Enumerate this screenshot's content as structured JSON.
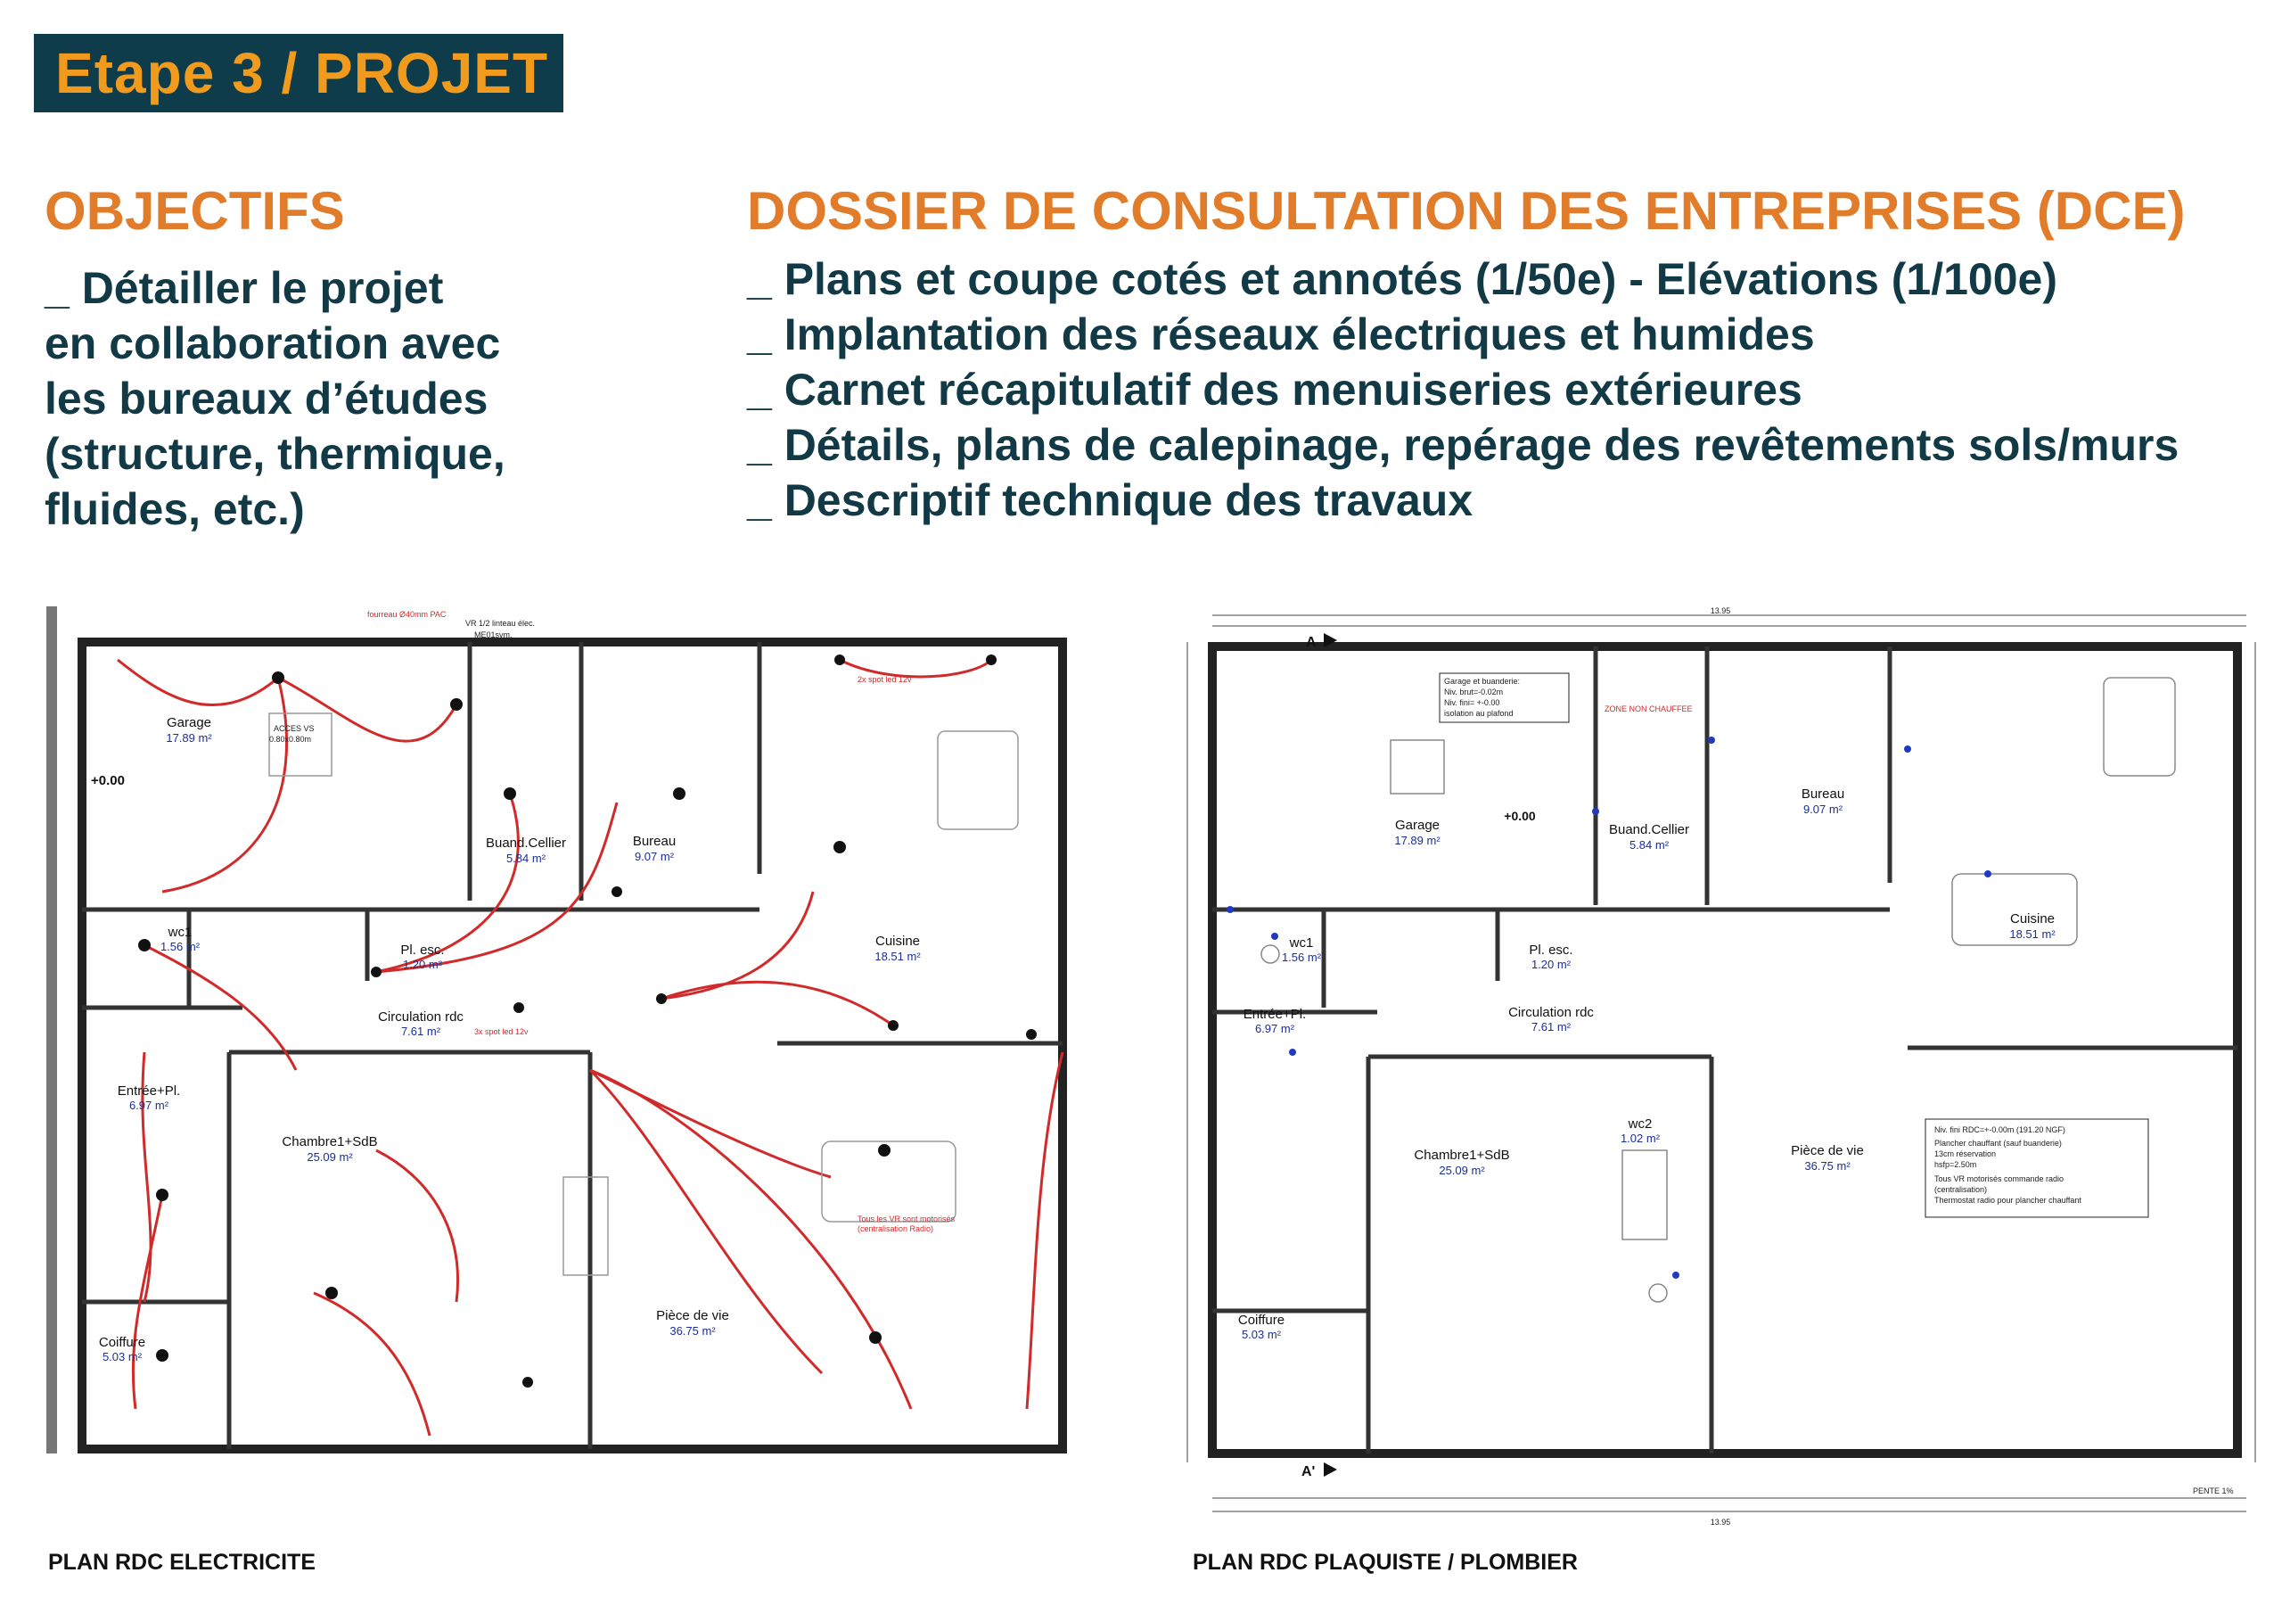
{
  "banner": {
    "title": "Etape 3 / PROJET"
  },
  "objectifs": {
    "heading": "OBJECTIFS",
    "lines": [
      "_ Détailler le projet",
      "en collaboration avec",
      "les bureaux d’études",
      "(structure, thermique,",
      "fluides, etc.)"
    ]
  },
  "dce": {
    "heading": "DOSSIER DE CONSULTATION DES ENTREPRISES (DCE)",
    "lines": [
      "_ Plans et coupe cotés et annotés (1/50e) - Elévations (1/100e)",
      "_ Implantation des réseaux électriques et humides",
      "_ Carnet récapitulatif des menuiseries extérieures",
      "_ Détails, plans de calepinage, repérage des revêtements sols/murs",
      "_ Descriptif technique des travaux"
    ]
  },
  "colors": {
    "banner_bg": "#0e3c4a",
    "banner_text": "#f09a1e",
    "heading": "#e07c2a",
    "body_text": "#123a46",
    "electric": "#d12a2a"
  },
  "plan_left": {
    "caption": "PLAN RDC ELECTRICITE",
    "rooms": [
      {
        "name": "Garage",
        "area": "17.89 m²"
      },
      {
        "name": "Buand.Cellier",
        "area": "5.84 m²"
      },
      {
        "name": "Bureau",
        "area": "9.07 m²"
      },
      {
        "name": "Cuisine",
        "area": "18.51 m²"
      },
      {
        "name": "wc1",
        "area": "1.56 m²"
      },
      {
        "name": "Pl. esc.",
        "area": "1.20 m²"
      },
      {
        "name": "Circulation rdc",
        "area": "7.61 m²"
      },
      {
        "name": "Entrée+Pl.",
        "area": "6.97 m²"
      },
      {
        "name": "Chambre1+SdB",
        "area": "25.09 m²"
      },
      {
        "name": "Pièce de vie",
        "area": "36.75 m²"
      },
      {
        "name": "Coiffure",
        "area": "5.03 m²"
      }
    ],
    "labels": {
      "level": "+0.00",
      "acces": "ACCES VS",
      "acces_dim": "0.80x0.80m",
      "me01": "ME01sym.",
      "vr": "VR 1/2 linteau élec.",
      "spots_12v": "2x spot led 12v",
      "spots_3x": "3x spot led 12v",
      "vr_note_1": "Tous les VR sont motorisés",
      "vr_note_2": "(centralisation Radio)",
      "fourreau": "fourreau Ø40mm PAC"
    }
  },
  "plan_right": {
    "caption": "PLAN RDC PLAQUISTE / PLOMBIER",
    "rooms": [
      {
        "name": "Garage",
        "area": "17.89 m²"
      },
      {
        "name": "Buand.Cellier",
        "area": "5.84 m²"
      },
      {
        "name": "Bureau",
        "area": "9.07 m²"
      },
      {
        "name": "Cuisine",
        "area": "18.51 m²"
      },
      {
        "name": "wc1",
        "area": "1.56 m²"
      },
      {
        "name": "Pl. esc.",
        "area": "1.20 m²"
      },
      {
        "name": "Circulation rdc",
        "area": "7.61 m²"
      },
      {
        "name": "Entrée+Pl.",
        "area": "6.97 m²"
      },
      {
        "name": "Chambre1+SdB",
        "area": "25.09 m²"
      },
      {
        "name": "wc2",
        "area": "1.02 m²"
      },
      {
        "name": "Pièce de vie",
        "area": "36.75 m²"
      },
      {
        "name": "Coiffure",
        "area": "5.03 m²"
      }
    ],
    "labels": {
      "level": "+0.00",
      "section_a": "A",
      "section_a_prime": "A'",
      "width_total": "13.95",
      "garage_note_1": "Garage et buanderie:",
      "garage_note_2": "Niv. brut=-0.02m",
      "garage_note_3": "Niv. fini= +-0.00",
      "garage_note_4": "isolation au plafond",
      "zone": "ZONE NON CHAUFFEE",
      "niv_1": "Niv. fini RDC=+-0.00m (191.20 NGF)",
      "niv_2": "Plancher chauffant (sauf buanderie)",
      "niv_3": "13cm réservation",
      "niv_4": "hsfp=2.50m",
      "niv_5": "Tous VR motorisés commande radio",
      "niv_6": "(centralisation)",
      "niv_7": "Thermostat radio pour plancher chauffant",
      "pente": "PENTE 1%"
    }
  }
}
